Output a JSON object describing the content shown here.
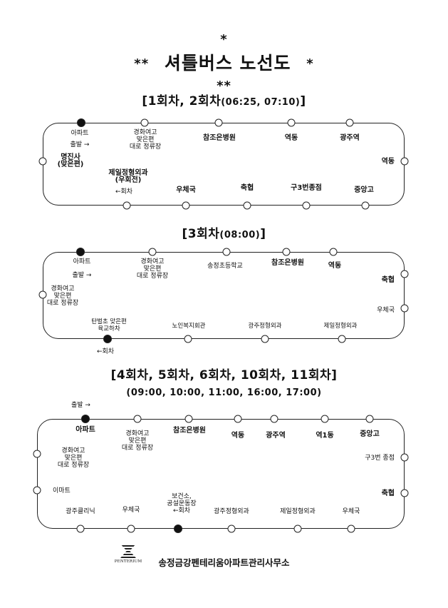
{
  "title": {
    "star": "*",
    "star2": "**",
    "text": "셔틀버스 노선도"
  },
  "sections": [
    {
      "heading": "[1회차, 2회차",
      "times": "(06:25, 07:10)",
      "times_close": "]",
      "labels": {
        "apt": "아파트",
        "depart": "출발 →",
        "gyeonghwa": "경화여고\n맞은편\n대로 정류장",
        "chamjo": "참조은병원",
        "yeokdong": "역동",
        "gwangju_station": "광주역",
        "yeokdong_right": "역동",
        "myeongjinsa": "명진사\n(맞은편)",
        "jeil": "제일정형외과\n(우회전)",
        "return": "←회차",
        "post": "우체국",
        "farm": "축협",
        "gu3": "구3번종점",
        "jungang": "중앙고"
      }
    },
    {
      "heading": "[3회차",
      "times": "(08:00)",
      "times_close": "]",
      "labels": {
        "apt": "아파트",
        "depart": "출발 →",
        "gyeonghwa_top": "경화여고\n맞은편\n대로 정류장",
        "songjeong": "송정초등학교",
        "chamjo": "참조은병원",
        "yeokdong": "역동",
        "farm": "축협",
        "gyeonghwa_left": "경화여고\n맞은편\n대로 정류장",
        "post": "우체국",
        "tanbeol": "탄벌초 맞은편\n육교하차",
        "senior": "노인복지회관",
        "gwangju_ortho": "광주정형외과",
        "jeil": "제일정형외과",
        "return": "←회차"
      }
    },
    {
      "heading": "[4회차, 5회차, 6회차, 10회차, 11회차]",
      "times": "(09:00, 10:00, 11:00, 16:00, 17:00)",
      "labels": {
        "depart": "출발 →",
        "apt": "아파트",
        "gyeonghwa_top": "경화여고\n맞은편\n대로 정류장",
        "chamjo": "참조은병원",
        "yeokdong": "역동",
        "gwangju_station": "광주역",
        "yeok1dong": "역1동",
        "jungang": "중앙고",
        "gyeonghwa_left": "경화여고\n맞은편\n대로 정류장",
        "gu3": "구3번 종점",
        "emart": "이마트",
        "farm": "축협",
        "gwangju_clinic": "광주클리닉",
        "post_left": "우체국",
        "health": "보건소,\n공설운동장\n←회차",
        "gwangju_ortho": "광주정형외과",
        "jeil": "제일정형외과",
        "post_right": "우체국"
      }
    }
  ],
  "footer": {
    "logo_text": "PENTERIUM",
    "office": "송정금강펜테리움아파트관리사무소"
  },
  "colors": {
    "ink": "#111111",
    "background": "#ffffff"
  }
}
